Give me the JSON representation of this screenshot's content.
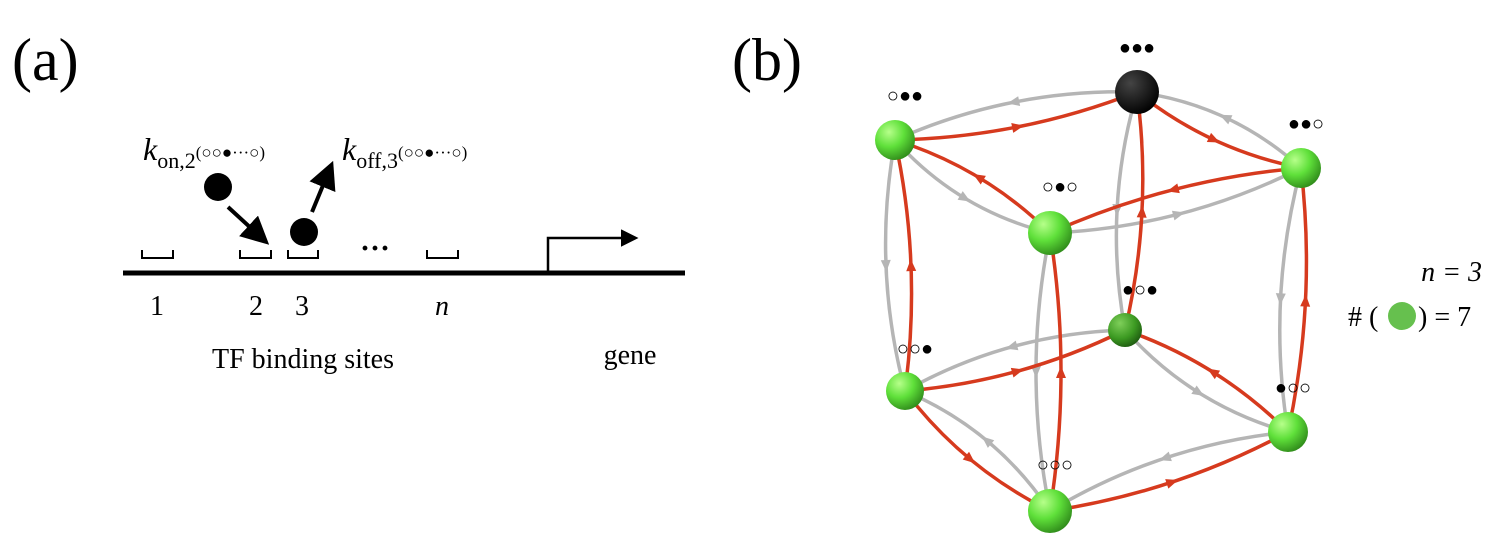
{
  "panel_a": {
    "label": "(a)",
    "k_on": {
      "symbol": "k",
      "sub": "on,2",
      "state": "(○○●···○)"
    },
    "k_off": {
      "symbol": "k",
      "sub": "off,3",
      "state": "(○○●···○)"
    },
    "ellipsis": "···",
    "site_labels": [
      "1",
      "2",
      "3",
      "n"
    ],
    "sites_caption": "TF binding sites",
    "gene_caption": "gene"
  },
  "panel_b": {
    "label": "(b)",
    "nodes": [
      {
        "id": "s111",
        "label": "●●●",
        "active": false
      },
      {
        "id": "s011",
        "label": "○●●",
        "active": true
      },
      {
        "id": "s110",
        "label": "●●○",
        "active": true
      },
      {
        "id": "s010",
        "label": "○●○",
        "active": true
      },
      {
        "id": "s101",
        "label": "●○●",
        "active": true
      },
      {
        "id": "s001",
        "label": "○○●",
        "active": true
      },
      {
        "id": "s100",
        "label": "●○○",
        "active": true
      },
      {
        "id": "s000",
        "label": "○○○",
        "active": true
      }
    ],
    "red_edges": [
      [
        "s011",
        "s111"
      ],
      [
        "s010",
        "s011"
      ],
      [
        "s111",
        "s110"
      ],
      [
        "s110",
        "s010"
      ],
      [
        "s001",
        "s011"
      ],
      [
        "s000",
        "s010"
      ],
      [
        "s100",
        "s110"
      ],
      [
        "s101",
        "s111"
      ],
      [
        "s001",
        "s101"
      ],
      [
        "s000",
        "s100"
      ],
      [
        "s001",
        "s000"
      ],
      [
        "s100",
        "s101"
      ]
    ],
    "gray_edges": [
      [
        "s111",
        "s011"
      ],
      [
        "s011",
        "s010"
      ],
      [
        "s110",
        "s111"
      ],
      [
        "s010",
        "s110"
      ],
      [
        "s011",
        "s001"
      ],
      [
        "s010",
        "s000"
      ],
      [
        "s110",
        "s100"
      ],
      [
        "s111",
        "s101"
      ],
      [
        "s101",
        "s001"
      ],
      [
        "s100",
        "s000"
      ],
      [
        "s000",
        "s001"
      ],
      [
        "s101",
        "s100"
      ]
    ],
    "legend": {
      "n_text": "n = 3",
      "count_prefix": "# (",
      "count_suffix": ") = 7"
    },
    "colors": {
      "active": "#5fe03a",
      "inactive": "#000000",
      "red": "#d63a1e",
      "gray": "#b5b5b5",
      "legend_dot": "#66c04e"
    }
  }
}
